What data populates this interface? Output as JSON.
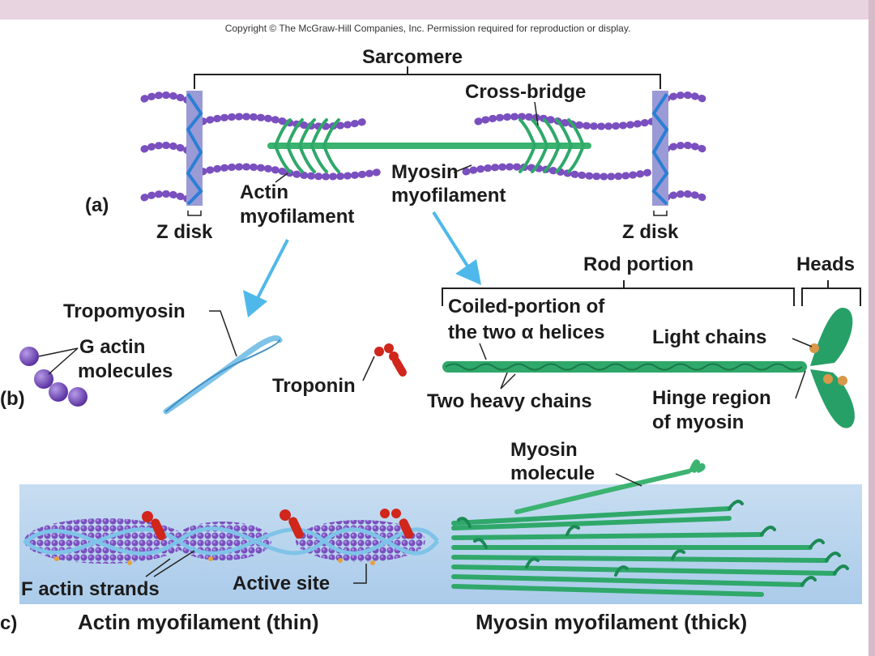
{
  "copyright": "Copyright © The McGraw-Hill Companies, Inc. Permission required for reproduction or display.",
  "panel_a": {
    "letter": "(a)",
    "sarcomere": "Sarcomere",
    "cross_bridge": "Cross-bridge",
    "myosin_line1": "Myosin",
    "myosin_line2": "myofilament",
    "actin_line1": "Actin",
    "actin_line2": "myofilament",
    "z_disk_left": "Z disk",
    "z_disk_right": "Z disk"
  },
  "panel_b": {
    "letter": "(b)",
    "tropomyosin": "Tropomyosin",
    "g_actin_line1": "G actin",
    "g_actin_line2": "molecules",
    "troponin": "Troponin",
    "rod_portion": "Rod portion",
    "heads": "Heads",
    "coiled_line1": "Coiled-portion of",
    "coiled_line2": "the two α helices",
    "light_chains": "Light chains",
    "heavy_chains": "Two heavy chains",
    "hinge_line1": "Hinge region",
    "hinge_line2": "of myosin"
  },
  "panel_c": {
    "letter": "c)",
    "myosin_molecule_line1": "Myosin",
    "myosin_molecule_line2": "molecule",
    "f_actin": "F actin strands",
    "active_site": "Active site",
    "actin_caption": "Actin myofilament (thin)",
    "myosin_caption": "Myosin myofilament (thick)"
  },
  "colors": {
    "actin_purple": "#7a4fbf",
    "myosin_green": "#2fa86a",
    "z_disk_blue": "#2a7fd4",
    "troponin_red": "#d0261b",
    "tropomyosin_blue": "#7fc3e8",
    "arrow_blue": "#4fb8ea",
    "band_blue": "#b9d4ee"
  }
}
